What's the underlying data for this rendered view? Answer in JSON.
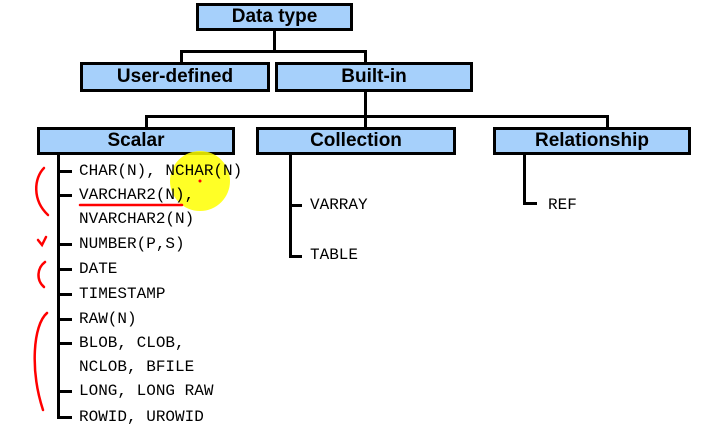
{
  "root": {
    "label": "Data type"
  },
  "level1": [
    {
      "label": "User-defined"
    },
    {
      "label": "Built-in"
    }
  ],
  "categories": [
    {
      "label": "Scalar",
      "items": [
        "CHAR(N), NCHAR(N)",
        "VARCHAR2(N),",
        "NVARCHAR2(N)",
        "NUMBER(P,S)",
        "DATE",
        "TIMESTAMP",
        "RAW(N)",
        "BLOB, CLOB,",
        "NCLOB, BFILE",
        "LONG, LONG RAW",
        "ROWID, UROWID"
      ]
    },
    {
      "label": "Collection",
      "items": [
        "VARRAY",
        "TABLE"
      ]
    },
    {
      "label": "Relationship",
      "items": [
        "REF"
      ]
    }
  ],
  "annotations": {
    "highlight_color": "#ffff00",
    "pen_color": "#ff0000"
  }
}
